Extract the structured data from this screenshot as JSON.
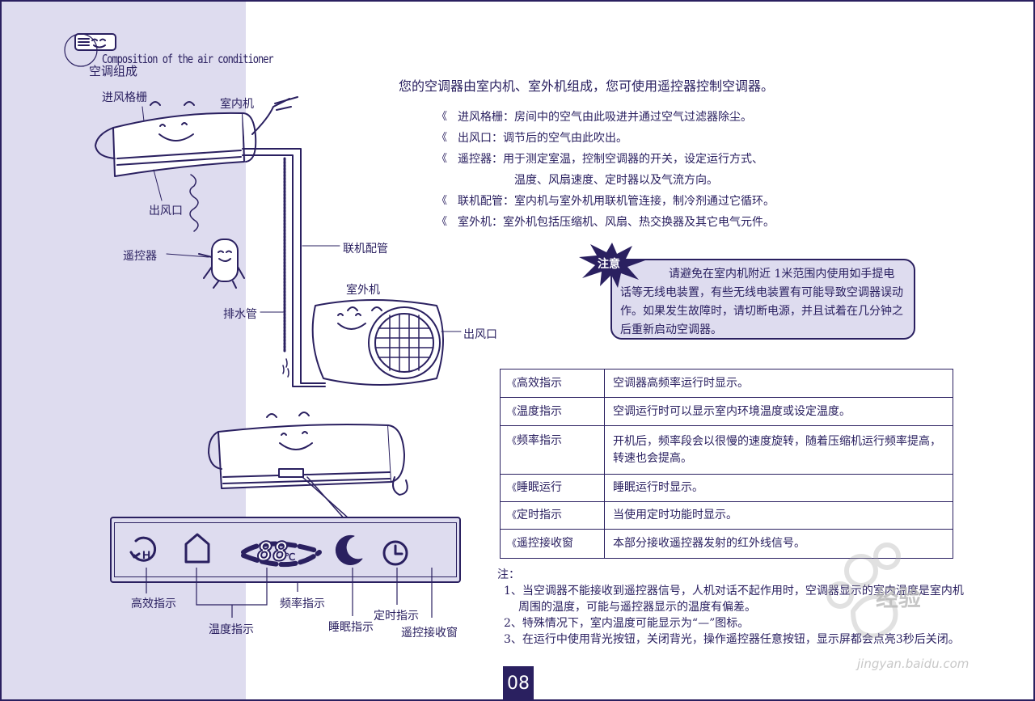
{
  "section": {
    "title_en": "Composition of the air conditioner",
    "title_cn": "空调组成"
  },
  "diagram_labels": {
    "intake_grille": "进风格栅",
    "indoor_unit": "室内机",
    "outlet_indoor": "出风口",
    "remote": "遥控器",
    "connecting_pipe": "联机配管",
    "drain_pipe": "排水管",
    "outdoor_unit": "室外机",
    "outlet_outdoor": "出风口"
  },
  "intro": "您的空调器由室内机、室外机组成，您可使用遥控器控制空调器。",
  "bullets": [
    {
      "text": "进风格栅：房间中的空气由此吸进并通过空气过滤器除尘。"
    },
    {
      "text": "出风口：调节后的空气由此吹出。"
    },
    {
      "text": "遥控器：用于测定室温，控制空调器的开关，设定运行方式、",
      "cont": "温度、风扇速度、定时器以及气流方向。"
    },
    {
      "text": "联机配管：室内机与室外机用联机管连接，制冷剂通过它循环。"
    },
    {
      "text": "室外机：室外机包括压缩机、风扇、热交换器及其它电气元件。"
    }
  ],
  "bullet_marker": "《",
  "notice": {
    "label": "注意",
    "text": "请避免在室内机附近 1米范围内使用如手提电话等无线电装置，有些无线电装置有可能导致空调器误动作。如果发生故障时，请切断电源，并且试着在几分钟之后重新启动空调器。"
  },
  "indicators": [
    {
      "name": "高效指示",
      "desc": "空调器高频率运行时显示。"
    },
    {
      "name": "温度指示",
      "desc": "空调运行时可以显示室内环境温度或设定温度。"
    },
    {
      "name": "频率指示",
      "desc": "开机后，频率段会以很慢的速度旋转，随着压缩机运行频率提高，转速也会提高。"
    },
    {
      "name": "睡眠运行",
      "desc": "睡眠运行时显示。"
    },
    {
      "name": "定时指示",
      "desc": "当使用定时功能时显示。"
    },
    {
      "name": "遥控接收窗",
      "desc": "本部分接收遥控器发射的红外线信号。"
    }
  ],
  "panel": {
    "display_digits": "88",
    "unit": "℃",
    "callouts": {
      "high_eff": "高效指示",
      "temperature": "温度指示",
      "frequency": "频率指示",
      "sleep": "睡眠指示",
      "timer": "定时指示",
      "receiver": "遥控接收窗"
    }
  },
  "notes": {
    "title": "注：",
    "items": [
      "1、当空调器不能接收到遥控器信号，人机对话不起作用时，空调器显示的室内温度是室内机周围的温度，可能与遥控器显示的温度有偏差。",
      "2、特殊情况下，室内温度可能显示为“—”图标。",
      "3、在运行中使用背光按钮，关闭背光，操作遥控器任意按钮，显示屏都会点亮3秒后关闭。"
    ]
  },
  "page_number": "08",
  "watermark": {
    "text": "经验",
    "url": "jingyan.baidu.com"
  },
  "colors": {
    "ink": "#2a2060",
    "band": "#dedcef"
  }
}
